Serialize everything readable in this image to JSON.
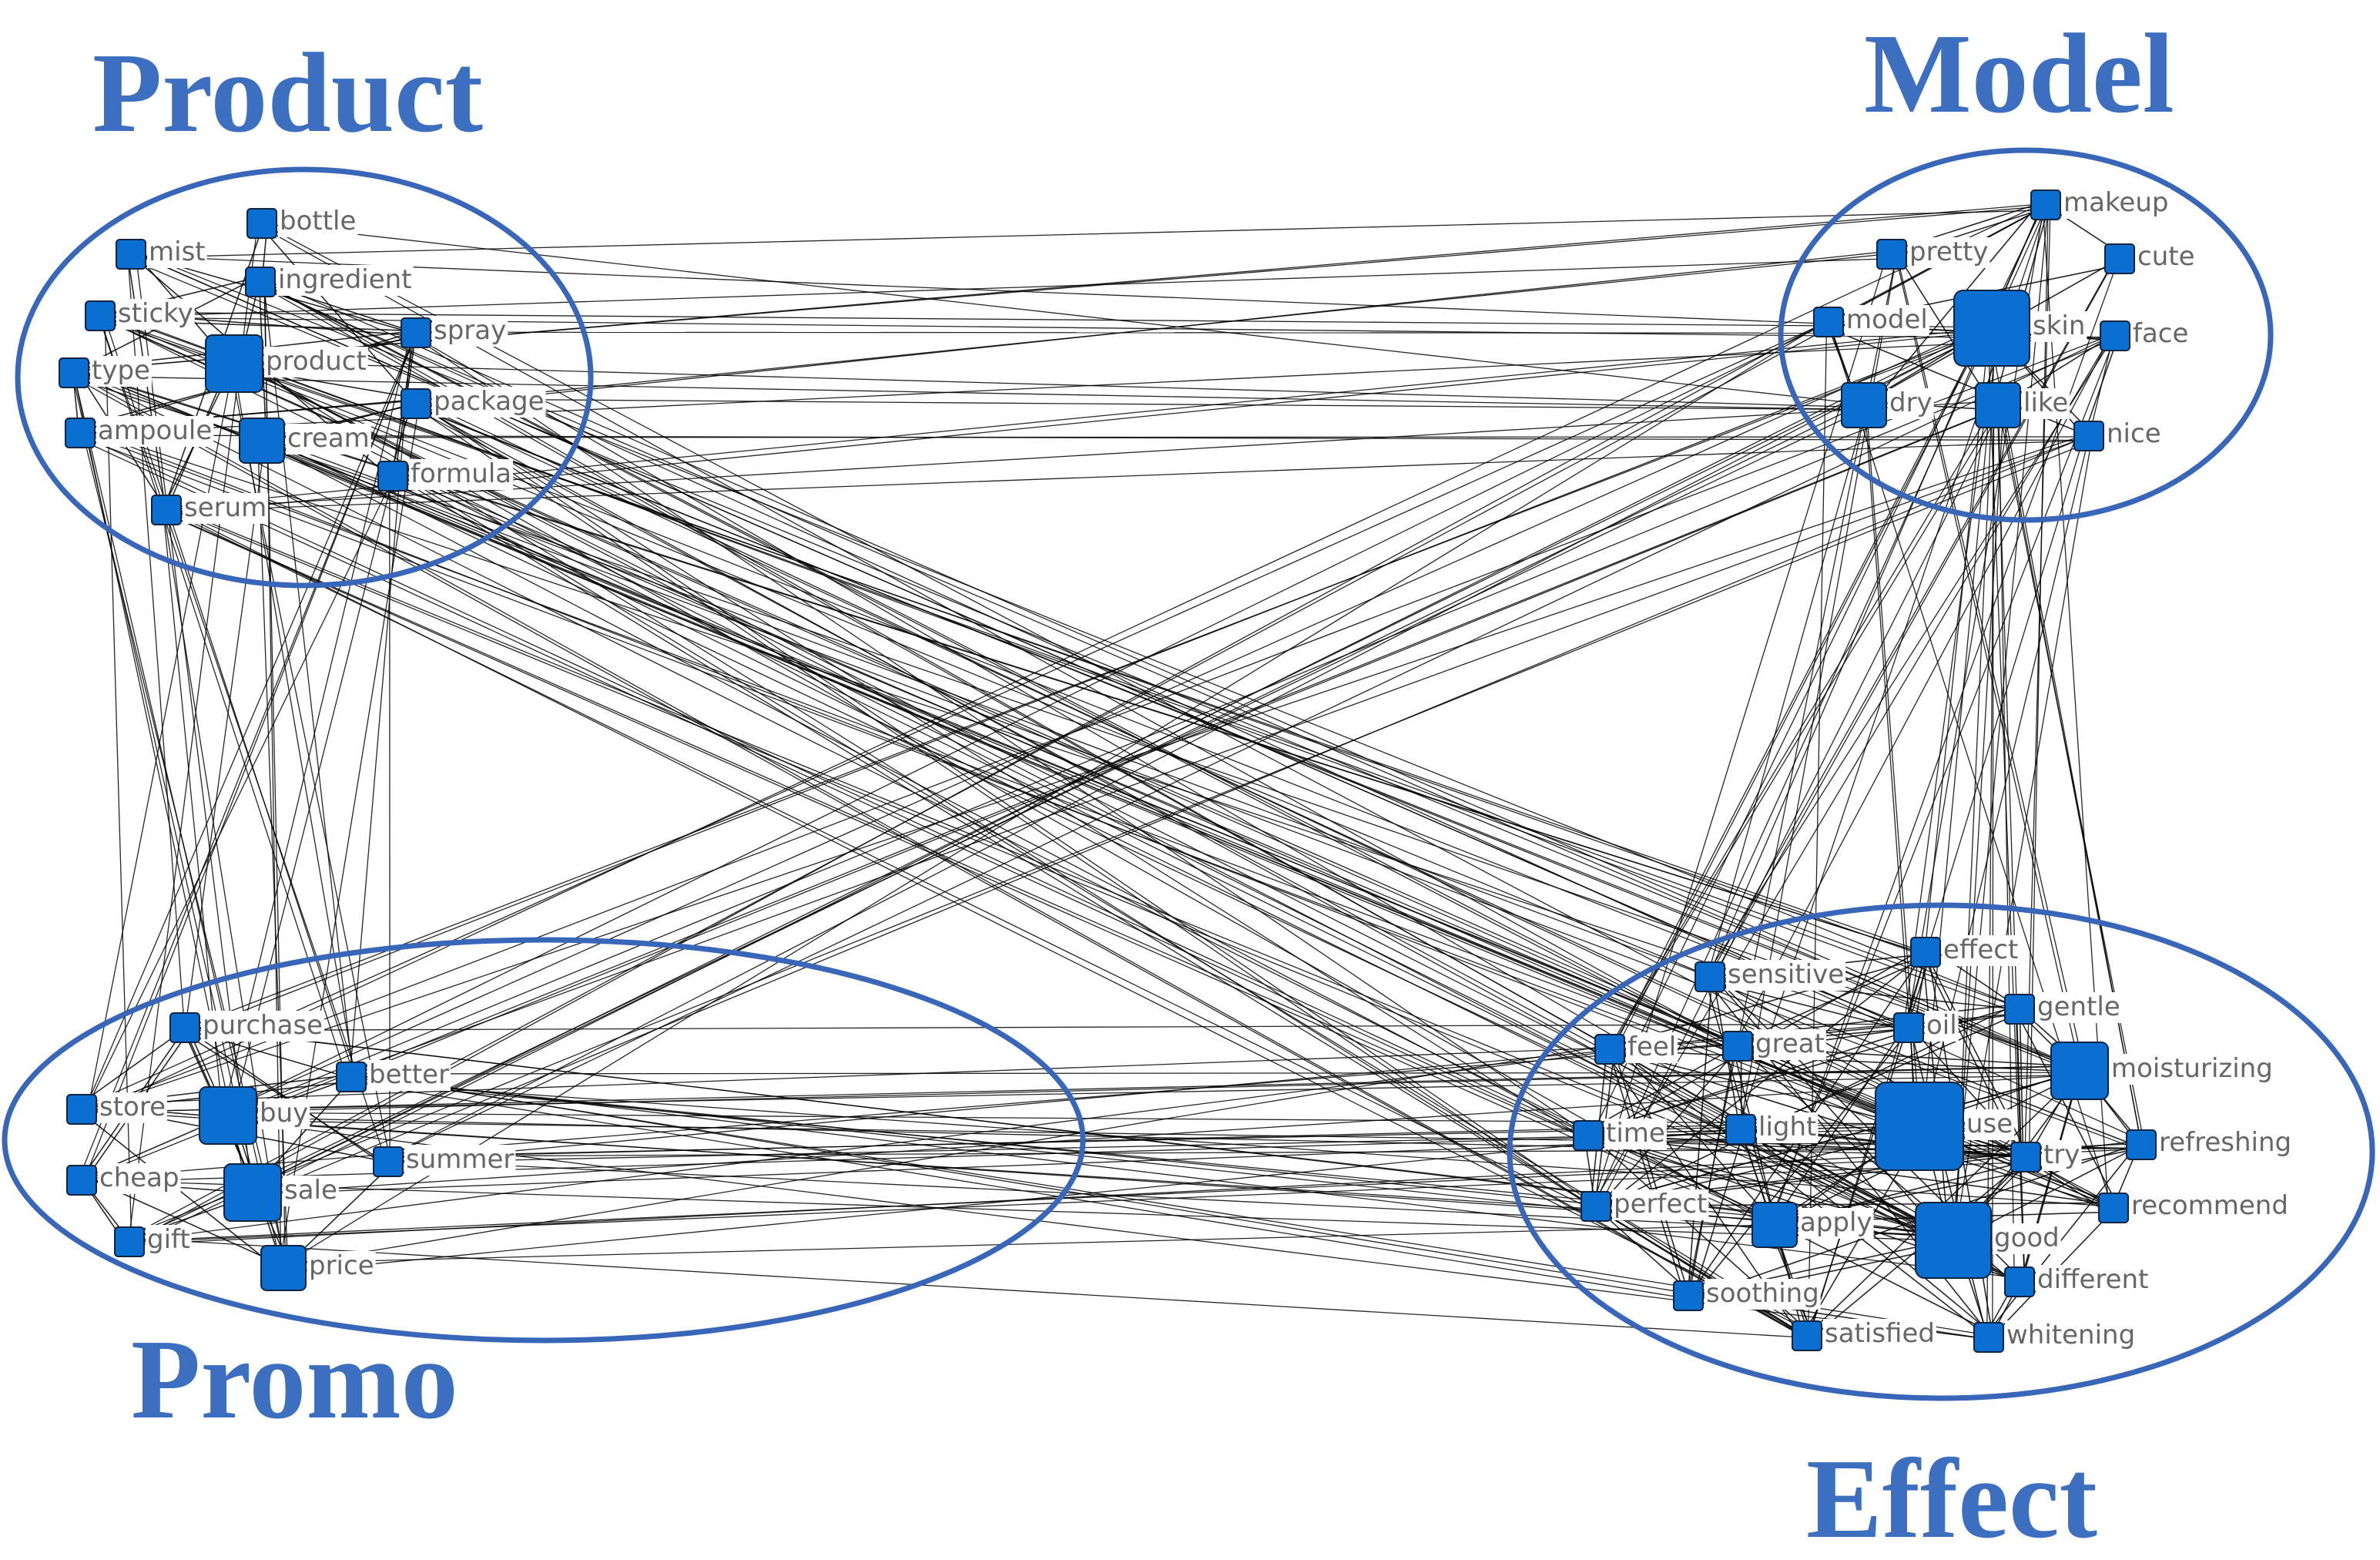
{
  "colors": {
    "cluster_ring": "#3866b8",
    "cluster_title": "#3d6fc0",
    "node_fill": "#0a6fd1",
    "node_stroke": "#10243f",
    "edge": "#000000",
    "label_text": "#666666"
  },
  "clusters": [
    {
      "id": "product",
      "title": "Product",
      "nodes": [
        {
          "label": "bottle",
          "size": "small"
        },
        {
          "label": "mist",
          "size": "small"
        },
        {
          "label": "ingredient",
          "size": "small"
        },
        {
          "label": "sticky",
          "size": "small"
        },
        {
          "label": "spray",
          "size": "small"
        },
        {
          "label": "product",
          "size": "large"
        },
        {
          "label": "type",
          "size": "small"
        },
        {
          "label": "package",
          "size": "small"
        },
        {
          "label": "ampoule",
          "size": "small"
        },
        {
          "label": "cream",
          "size": "medium"
        },
        {
          "label": "formula",
          "size": "small"
        },
        {
          "label": "serum",
          "size": "small"
        }
      ]
    },
    {
      "id": "model",
      "title": "Model",
      "nodes": [
        {
          "label": "makeup",
          "size": "small"
        },
        {
          "label": "pretty",
          "size": "small"
        },
        {
          "label": "cute",
          "size": "small"
        },
        {
          "label": "skin",
          "size": "xlarge"
        },
        {
          "label": "model",
          "size": "small"
        },
        {
          "label": "face",
          "size": "small"
        },
        {
          "label": "dry",
          "size": "medium"
        },
        {
          "label": "like",
          "size": "medium"
        },
        {
          "label": "nice",
          "size": "small"
        }
      ]
    },
    {
      "id": "promo",
      "title": "Promo",
      "nodes": [
        {
          "label": "purchase",
          "size": "small"
        },
        {
          "label": "better",
          "size": "small"
        },
        {
          "label": "store",
          "size": "small"
        },
        {
          "label": "buy",
          "size": "large"
        },
        {
          "label": "summer",
          "size": "small"
        },
        {
          "label": "cheap",
          "size": "small"
        },
        {
          "label": "sale",
          "size": "large"
        },
        {
          "label": "gift",
          "size": "small"
        },
        {
          "label": "price",
          "size": "medium"
        }
      ]
    },
    {
      "id": "effect",
      "title": "Effect",
      "nodes": [
        {
          "label": "effect",
          "size": "small"
        },
        {
          "label": "sensitive",
          "size": "small"
        },
        {
          "label": "gentle",
          "size": "small"
        },
        {
          "label": "oil",
          "size": "small"
        },
        {
          "label": "feel",
          "size": "small"
        },
        {
          "label": "great",
          "size": "small"
        },
        {
          "label": "moisturizing",
          "size": "large"
        },
        {
          "label": "use",
          "size": "xxlarge"
        },
        {
          "label": "time",
          "size": "small"
        },
        {
          "label": "light",
          "size": "small"
        },
        {
          "label": "refreshing",
          "size": "small"
        },
        {
          "label": "try",
          "size": "small"
        },
        {
          "label": "perfect",
          "size": "small"
        },
        {
          "label": "apply",
          "size": "medium"
        },
        {
          "label": "good",
          "size": "xlarge"
        },
        {
          "label": "recommend",
          "size": "small"
        },
        {
          "label": "different",
          "size": "small"
        },
        {
          "label": "soothing",
          "size": "small"
        },
        {
          "label": "satisfied",
          "size": "small"
        },
        {
          "label": "whitening",
          "size": "small"
        }
      ]
    }
  ]
}
